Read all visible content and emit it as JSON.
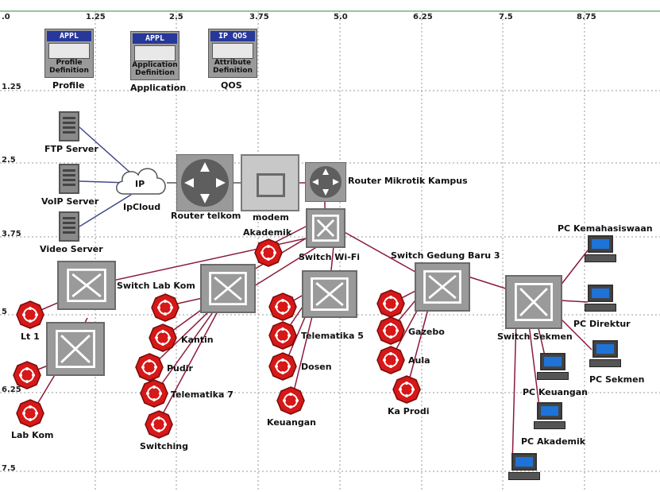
{
  "ruler": {
    "x_ticks": [
      ".0",
      "1.25",
      "2.5",
      "3.75",
      "5.0",
      "6.25",
      "7.5",
      "8.75"
    ],
    "y_ticks": [
      "1.25",
      "2.5",
      "3.75",
      "5",
      "6.25",
      "7.5"
    ]
  },
  "palette": {
    "profile": {
      "header": "APPL",
      "text": "Profile\nDefinition",
      "label": "Profile"
    },
    "application": {
      "header": "APPL",
      "text": "Application\nDefinition",
      "label": "Application"
    },
    "qos": {
      "header": "IP QOS",
      "text": "Attribute\nDefinition",
      "label": "QOS"
    }
  },
  "servers": {
    "ftp": "FTP Server",
    "voip": "VoIP Server",
    "video": "Video Server"
  },
  "cloud": {
    "text": "IP",
    "label": "IpCloud"
  },
  "routers": {
    "telkom": "Router telkom",
    "modem": "modem",
    "mikrotik": "Router Mikrotik Kampus"
  },
  "switches": {
    "wifi": "Switch Wi-Fi",
    "labkom": "Switch Lab Kom",
    "gedung_baru": "Switch Gedung Baru 3",
    "sekmen": "Switch Sekmen"
  },
  "hubs": {
    "akademik": "Akademik",
    "lt1": "Lt 1",
    "labkom": "Lab Kom",
    "kantin": "Kantin",
    "pudir": "Pudir",
    "telematika7": "Telematika 7",
    "switching": "Switching",
    "telematika5": "Telematika 5",
    "dosen": "Dosen",
    "keuangan": "Keuangan",
    "gazebo": "Gazebo",
    "aula": "Aula",
    "kaprodi": "Ka Prodi"
  },
  "pcs": {
    "kemahasiswaan": "PC Kemahasiswaan",
    "direktur": "PC Direktur",
    "sekmen": "PC Sekmen",
    "keuangan": "PC Keuangan",
    "akademik": "PC Akademik"
  },
  "colors": {
    "link": "#8b1a3a",
    "wire": "#404a8a",
    "hub": "#d61818",
    "switch": "#9a9a9a"
  }
}
